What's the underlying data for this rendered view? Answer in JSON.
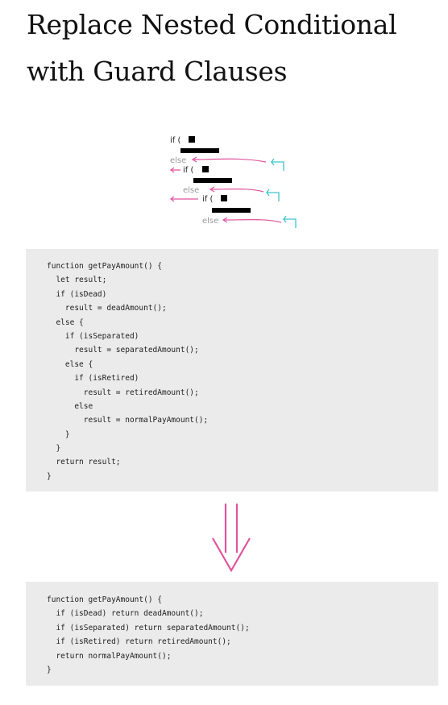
{
  "title": {
    "line1": "Replace Nested Conditional",
    "line2": "with Guard Clauses"
  },
  "sketch": {
    "if_label": "if (",
    "else_label": "else",
    "colors": {
      "arrow": "#e0559d",
      "return_arrow": "#3cc4cc",
      "bar": "#000000",
      "else_text": "#999999"
    }
  },
  "code_before": [
    "function getPayAmount() {",
    "  let result;",
    "  if (isDead)",
    "    result = deadAmount();",
    "  else {",
    "    if (isSeparated)",
    "      result = separatedAmount();",
    "    else {",
    "      if (isRetired)",
    "        result = retiredAmount();",
    "      else",
    "        result = normalPayAmount();",
    "    }",
    "  }",
    "  return result;",
    "}"
  ],
  "code_after": [
    "function getPayAmount() {",
    "  if (isDead) return deadAmount();",
    "  if (isSeparated) return separatedAmount();",
    "  if (isRetired) return retiredAmount();",
    "  return normalPayAmount();",
    "}"
  ],
  "transform_arrow": {
    "color": "#e0559d"
  }
}
